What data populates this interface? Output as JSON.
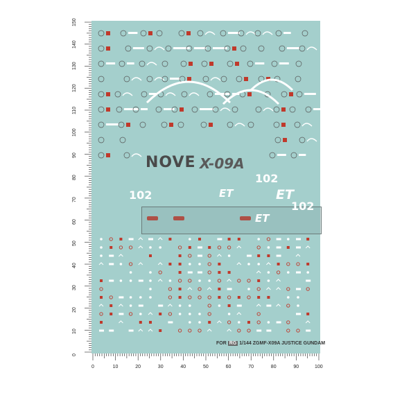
{
  "ruler": {
    "left_ticks": [
      "150",
      "140",
      "130",
      "120",
      "110",
      "100",
      "90",
      "80",
      "70",
      "60",
      "50",
      "40",
      "30",
      "20",
      "10",
      "0"
    ],
    "bottom_ticks": [
      "0",
      "10",
      "20",
      "30",
      "40",
      "50",
      "60",
      "70",
      "80",
      "90",
      "100"
    ]
  },
  "sheet": {
    "background": "#a4cfcc",
    "logo_nove": "NOVE",
    "logo_x09a": "X-09A",
    "numbers_102": [
      "102",
      "102",
      "102"
    ],
    "et_marks": [
      "ET",
      "ET",
      "ET"
    ],
    "caption": {
      "prefix": "FOR",
      "badge": "RG",
      "scale": "1/144",
      "model": "ZGMF-X09A JUSTICE GUNDAM"
    }
  },
  "colors": {
    "decal_white": "#ffffff",
    "decal_red": "#c0392b",
    "decal_gray": "#5a5a5a"
  }
}
